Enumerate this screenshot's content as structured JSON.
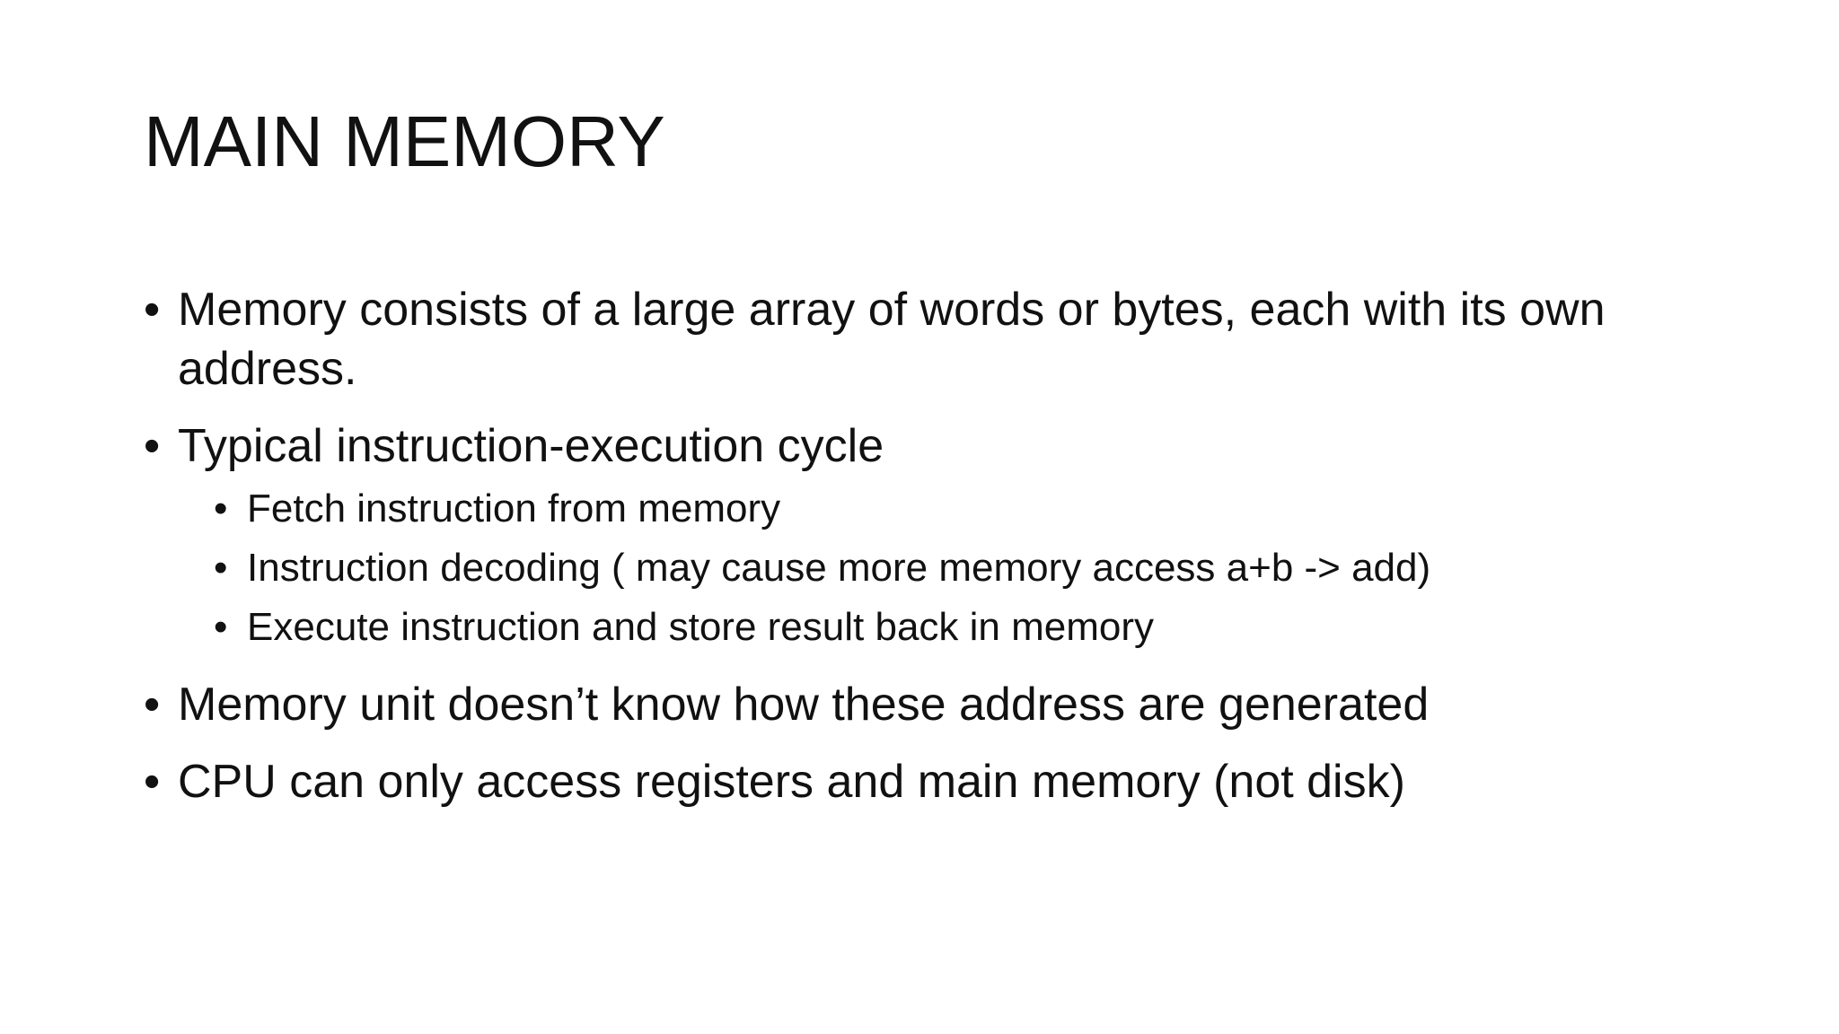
{
  "slide": {
    "title": "MAIN MEMORY",
    "bullet_symbol": "•",
    "items": [
      {
        "text": "Memory consists of a large array of words or bytes, each with its own address."
      },
      {
        "text": "Typical instruction-execution cycle",
        "subitems": [
          {
            "text": "Fetch instruction from memory"
          },
          {
            "text": "Instruction decoding ( may cause more memory access a+b -> add)"
          },
          {
            "text": "Execute instruction and store result back in memory"
          }
        ]
      },
      {
        "text": "Memory unit doesn’t know how these address are generated"
      },
      {
        "text": "CPU can only access registers and main memory (not disk)"
      }
    ]
  },
  "colors": {
    "background": "#ffffff",
    "text": "#111111"
  }
}
